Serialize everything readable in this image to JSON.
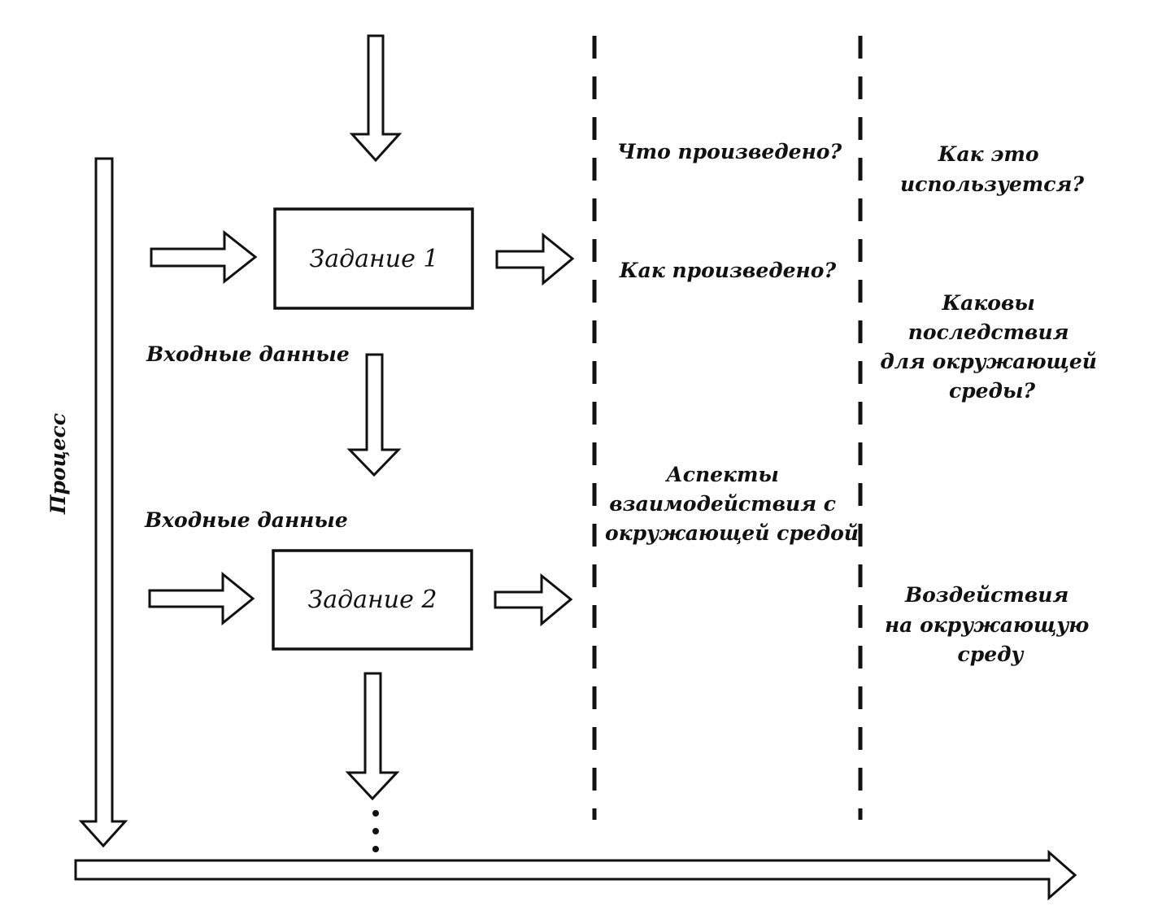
{
  "process_label": "Процесс",
  "tasks": [
    {
      "label": "Задание 1"
    },
    {
      "label": "Задание 2"
    }
  ],
  "inputs": [
    {
      "label": "Входные данные"
    },
    {
      "label": "Входные данные"
    }
  ],
  "column1": {
    "produced": "Что произведено?",
    "how_produced": "Как произведено?",
    "aspects": [
      "Аспекты",
      "взаимодействия с",
      "окружающей средой"
    ]
  },
  "column2": {
    "usage": [
      "Как это",
      "используется?"
    ],
    "consequences": [
      "Каковы",
      "последствия",
      "для окружающей",
      "среды?"
    ],
    "impacts": [
      "Воздействия",
      "на окружающую",
      "среду"
    ]
  }
}
